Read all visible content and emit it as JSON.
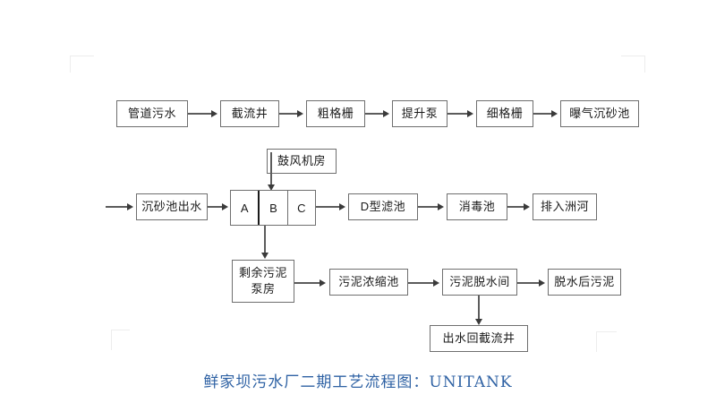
{
  "figure": {
    "caption": "鲜家坝污水厂二期工艺流程图：UNITANK",
    "caption_color": "#2f62a4",
    "box_border_color": "#6f6f6f",
    "connector_color": "#5c5c5c",
    "background_color": "#ffffff"
  },
  "flow": {
    "row1": [
      {
        "id": "pipe-sewage",
        "label": "管道污水"
      },
      {
        "id": "interception-well",
        "label": "截流井"
      },
      {
        "id": "coarse-grille",
        "label": "粗格栅"
      },
      {
        "id": "lift-pump",
        "label": "提升泵"
      },
      {
        "id": "fine-grille",
        "label": "细格栅"
      },
      {
        "id": "aerated-grit",
        "label": "曝气沉砂池"
      }
    ],
    "row2": [
      {
        "id": "grit-effluent",
        "label": "沉砂池出水"
      },
      {
        "id": "d-type-filter",
        "label": "D型滤池"
      },
      {
        "id": "disinfection-tank",
        "label": "消毒池"
      },
      {
        "id": "discharge-river",
        "label": "排入洲河"
      }
    ],
    "blower_room": {
      "id": "blower-room",
      "label": "鼓风机房"
    },
    "unitank": {
      "id": "unitank-reactor",
      "cells": [
        {
          "id": "unitank-cell-a",
          "label": "A"
        },
        {
          "id": "unitank-cell-b",
          "label": "B"
        },
        {
          "id": "unitank-cell-c",
          "label": "C"
        }
      ]
    },
    "row3": [
      {
        "id": "surplus-sludge-pump-house",
        "label": "剩余污泥\n泵房"
      },
      {
        "id": "sludge-thickener",
        "label": "污泥浓缩池"
      },
      {
        "id": "sludge-dewatering-room",
        "label": "污泥脱水间"
      },
      {
        "id": "dewatered-sludge",
        "label": "脱水后污泥"
      }
    ],
    "row4": [
      {
        "id": "effluent-return-well",
        "label": "出水回截流井"
      }
    ]
  }
}
